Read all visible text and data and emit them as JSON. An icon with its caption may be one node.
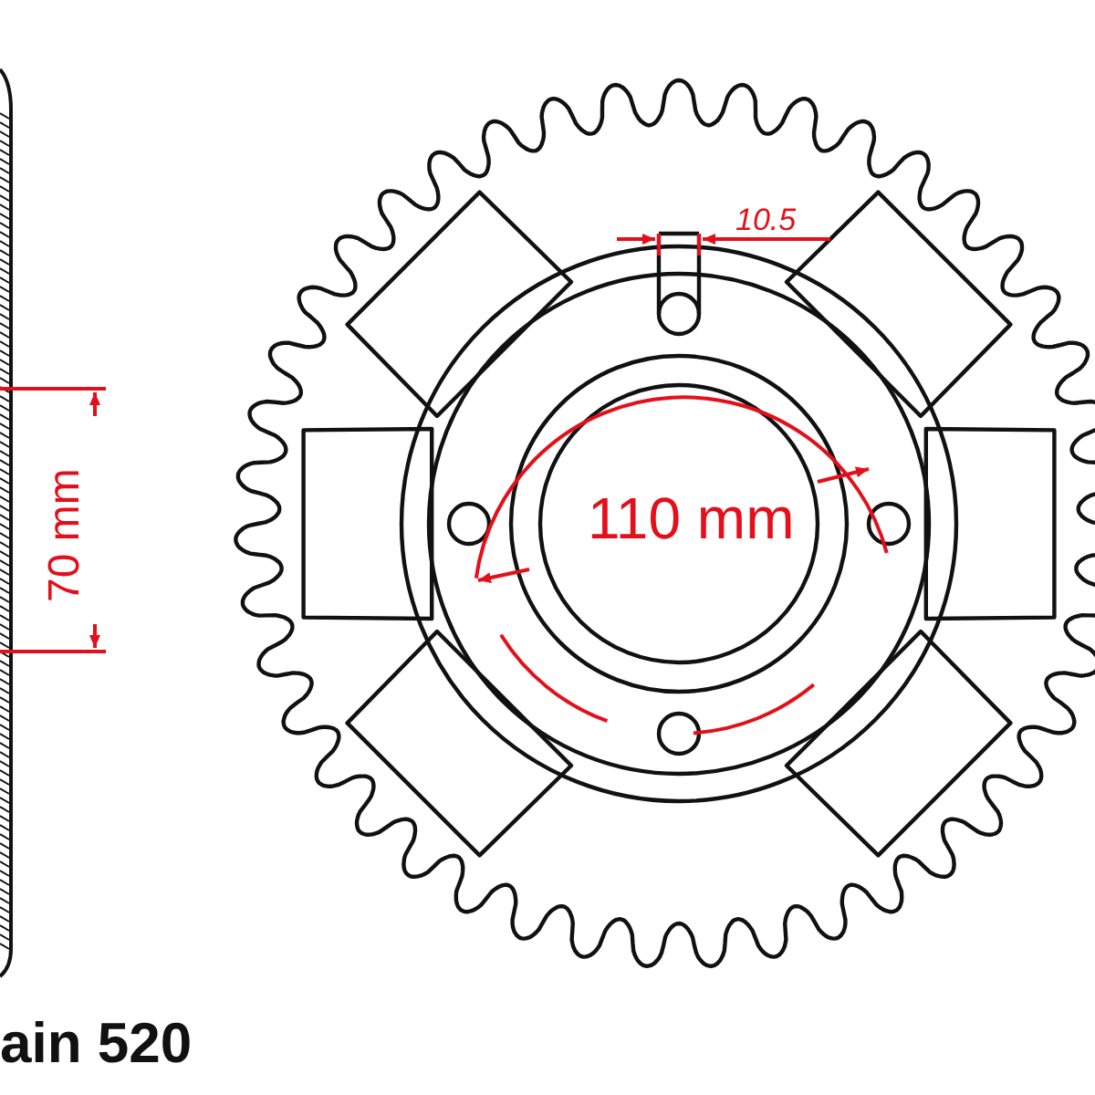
{
  "diagram": {
    "labels": [
      "70 mm",
      "10.5",
      "110 mm",
      "ain 520"
    ]
  }
}
